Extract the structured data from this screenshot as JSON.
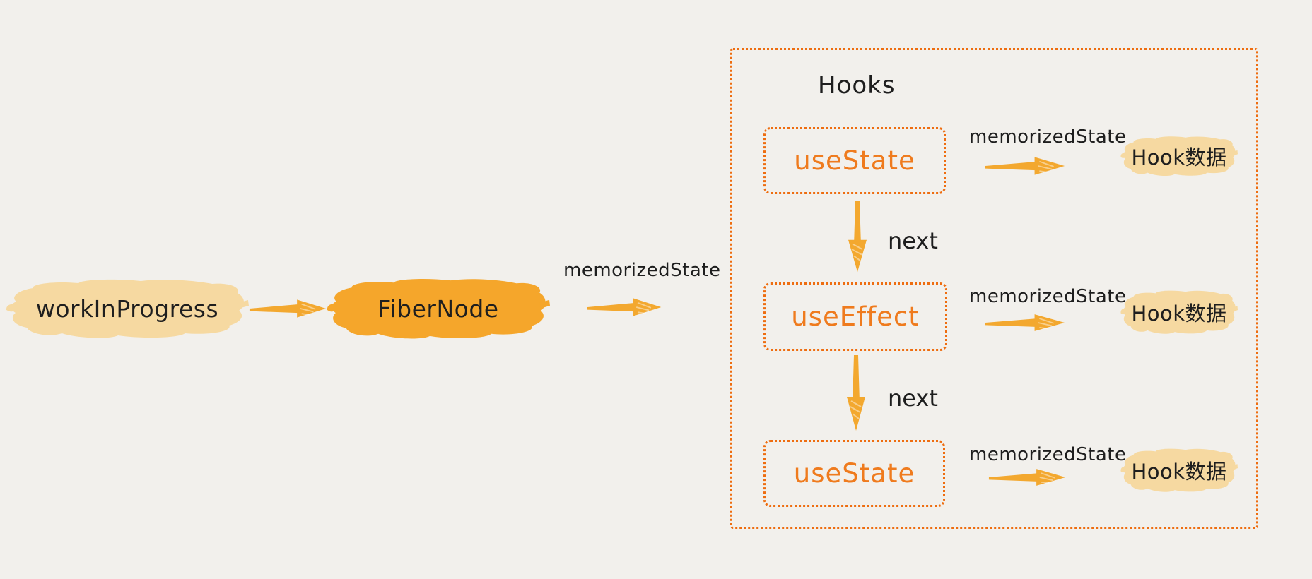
{
  "flow": {
    "work_in_progress_label": "workInProgress",
    "fiber_node_label": "FiberNode",
    "memorized_state_label": "memorizedState"
  },
  "hooks_panel": {
    "title": "Hooks",
    "next_label": "next",
    "rows": [
      {
        "hook": "useState",
        "edge_label": "memorizedState",
        "data_label": "Hook数据"
      },
      {
        "hook": "useEffect",
        "edge_label": "memorizedState",
        "data_label": "Hook数据"
      },
      {
        "hook": "useState",
        "edge_label": "memorizedState",
        "data_label": "Hook数据"
      }
    ]
  },
  "colors": {
    "background": "#F2F0EC",
    "highlight_tan": "#F6D9A1",
    "highlight_orange": "#F5A62B",
    "arrow_orange": "#F3A82F",
    "border_orange": "#EE6D10",
    "hook_text_orange": "#EF7B1E",
    "text_black": "#1E1E1E"
  }
}
